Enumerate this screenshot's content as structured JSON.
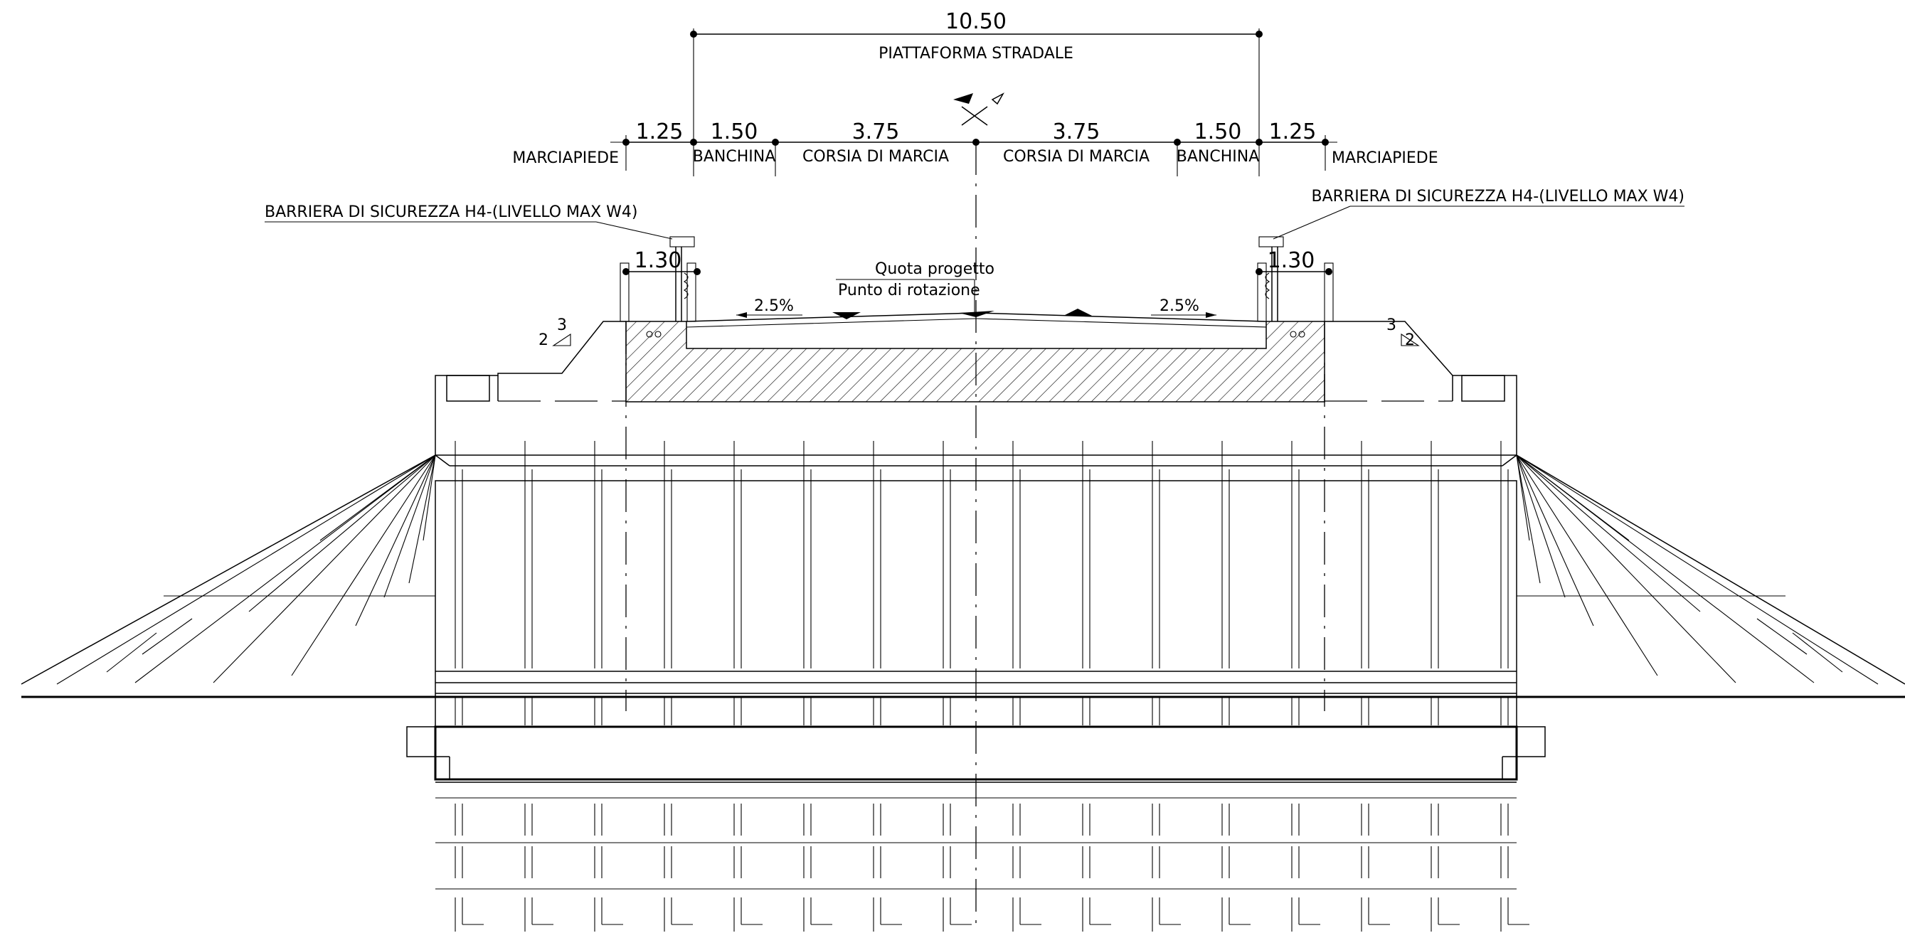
{
  "dimensions": {
    "total_width": "10.50",
    "platform_label": "PIATTAFORMA STRADALE",
    "sidewalk_width": "1.25",
    "shoulder_width": "1.50",
    "lane_width": "3.75",
    "barrier_offset": "1.30",
    "slope": "2.5%"
  },
  "labels": {
    "sidewalk": "MARCIAPIEDE",
    "shoulder": "BANCHINA",
    "lane": "CORSIA DI MARCIA",
    "barrier": "BARRIERA DI SICUREZZA H4-(LIVELLO MAX W4)",
    "project_level": "Quota progetto",
    "rotation_point": "Punto di rotazione"
  },
  "embankment_slope": {
    "rise": "3",
    "run": "2"
  }
}
